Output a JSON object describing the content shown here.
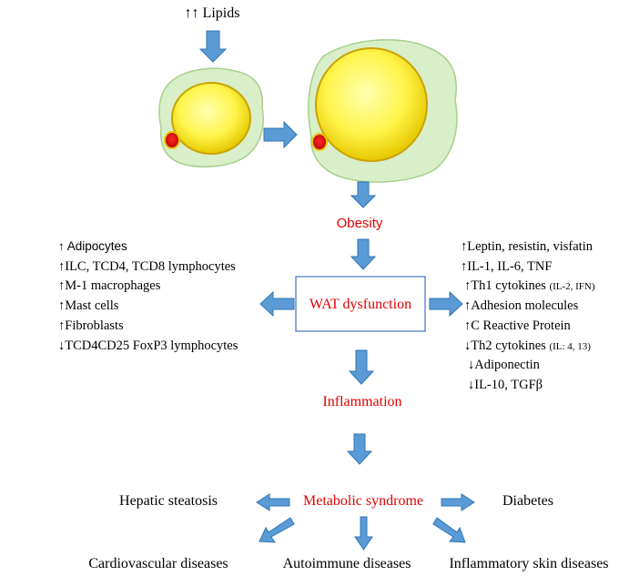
{
  "colors": {
    "arrow_fill": "#5b9bd5",
    "arrow_stroke": "#2e75b6",
    "cell_fill": "#d9efc9",
    "cell_stroke": "#a6cf8c",
    "fat_fill": "#fff44a",
    "fat_stroke": "#c9a300",
    "nucleus_fill": "#d40000",
    "highlight_text": "#e00000",
    "box_border": "#4472c4"
  },
  "labels": {
    "lipids": "↑↑ Lipids",
    "obesity": "Obesity",
    "wat_dysfunction": "WAT dysfunction",
    "inflammation": "Inflammation",
    "metabolic_syndrome": "Metabolic syndrome",
    "hepatic_steatosis": "Hepatic steatosis",
    "diabetes": "Diabetes",
    "cardiovascular": "Cardiovascular diseases",
    "autoimmune": "Autoimmune diseases",
    "inflammatory_skin": "Inflammatory skin diseases"
  },
  "left_list": [
    "↑ Adipocytes",
    "↑ILC, TCD4, TCD8 lymphocytes",
    "↑M-1 macrophages",
    "↑Mast cells",
    "↑Fibroblasts",
    "↓TCD4CD25 FoxP3 lymphocytes"
  ],
  "right_list": {
    "r1": "↑Leptin, resistin, visfatin",
    "r2": "↑IL-1, IL-6, TNF",
    "r3_main": "↑Th1 cytokines ",
    "r3_small": "(IL-2, IFN)",
    "r4": "↑Adhesion molecules",
    "r5": "↑C Reactive Protein",
    "r6_main": "↓Th2 cytokines ",
    "r6_small": "(IL: 4, 13)",
    "r7": "↓Adiponectin",
    "r8": "↓IL-10, TGFβ"
  }
}
